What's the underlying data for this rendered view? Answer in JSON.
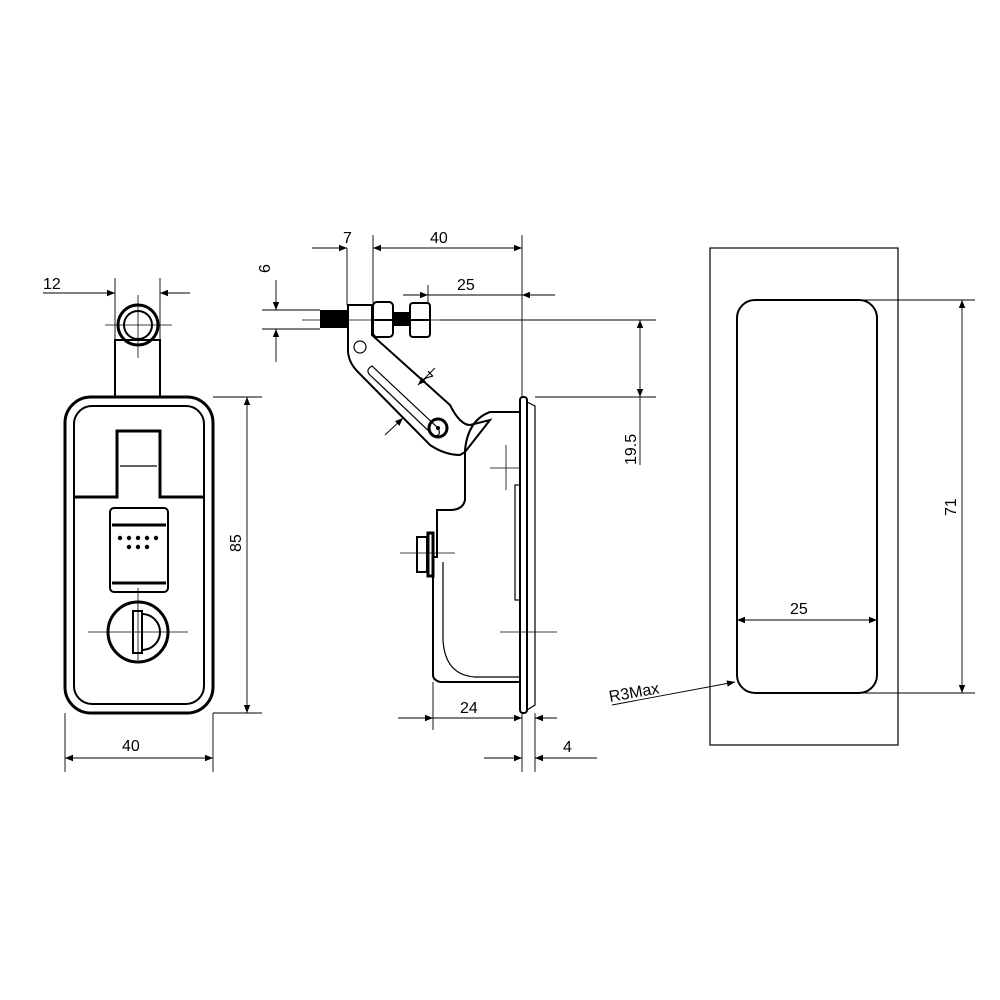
{
  "drawing": {
    "front_view": {
      "dim_tab_width": "12",
      "dim_height": "85",
      "dim_width": "40"
    },
    "side_view": {
      "dim_stud_offset": "7",
      "dim_stud_to_flange": "40",
      "dim_stud_diameter": "6",
      "dim_nut_to_flange": "25",
      "dim_slot_width": "7",
      "dim_stud_height": "19.5",
      "dim_body_depth": "24",
      "dim_flange_thickness": "4"
    },
    "cutout_view": {
      "dim_height": "71",
      "dim_width": "25",
      "corner_radius": "R3Max"
    }
  }
}
